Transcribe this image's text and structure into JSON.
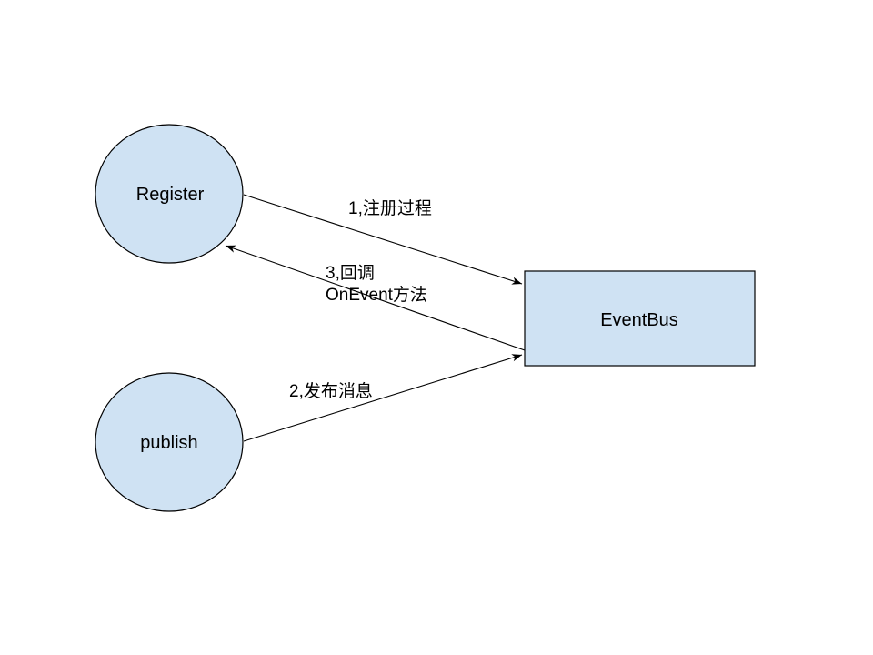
{
  "colors": {
    "background": "#ffffff",
    "node_fill": "#cfe2f3",
    "node_stroke": "#000000",
    "edge_stroke": "#000000",
    "text": "#000000"
  },
  "nodes": [
    {
      "id": "register",
      "shape": "ellipse",
      "label": "Register"
    },
    {
      "id": "publish",
      "shape": "ellipse",
      "label": "publish"
    },
    {
      "id": "eventbus",
      "shape": "rectangle",
      "label": "EventBus"
    }
  ],
  "edges": [
    {
      "id": "edge-1",
      "from": "register",
      "to": "eventbus",
      "label": "1,注册过程"
    },
    {
      "id": "edge-2",
      "from": "publish",
      "to": "eventbus",
      "label": "2,发布消息"
    },
    {
      "id": "edge-3",
      "from": "eventbus",
      "to": "register",
      "label_line1": "3,回调",
      "label_line2": "OnEvent方法"
    }
  ]
}
